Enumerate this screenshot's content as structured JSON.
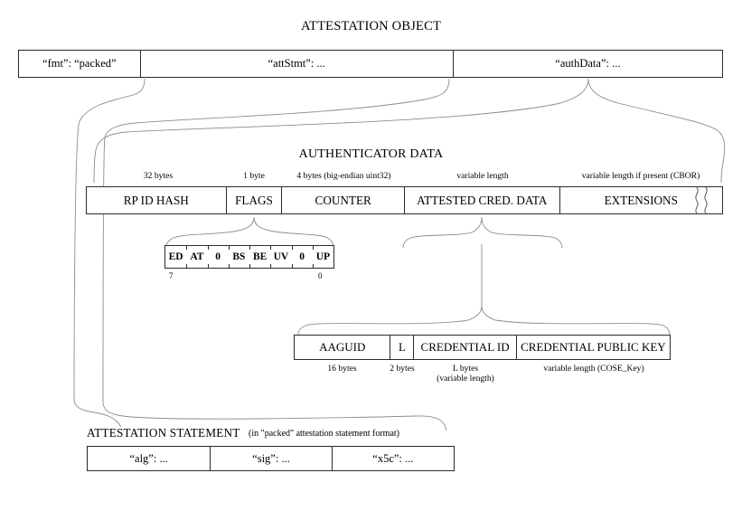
{
  "diagram": {
    "title": "ATTESTATION OBJECT",
    "authenticator_title": "AUTHENTICATOR DATA",
    "attestation_statement_title": "ATTESTATION STATEMENT",
    "attestation_statement_note": "(in \"packed\" attestation statement format)"
  },
  "attestation_object": {
    "fields": [
      {
        "label": "“fmt”: “packed”"
      },
      {
        "label": "“attStmt”: ..."
      },
      {
        "label": "“authData”: ..."
      }
    ]
  },
  "authenticator_data": {
    "fields": [
      {
        "label": "RP ID HASH",
        "size": "32 bytes"
      },
      {
        "label": "FLAGS",
        "size": "1 byte"
      },
      {
        "label": "COUNTER",
        "size": "4 bytes (big-endian uint32)"
      },
      {
        "label": "ATTESTED CRED. DATA",
        "size": "variable length"
      },
      {
        "label": "EXTENSIONS",
        "size": "variable length if present (CBOR)"
      }
    ]
  },
  "flags": {
    "bits": [
      {
        "label": "ED"
      },
      {
        "label": "AT"
      },
      {
        "label": "0"
      },
      {
        "label": "BS"
      },
      {
        "label": "BE"
      },
      {
        "label": "UV"
      },
      {
        "label": "0"
      },
      {
        "label": "UP"
      }
    ],
    "msb_index": "7",
    "lsb_index": "0"
  },
  "attested_credential_data": {
    "fields": [
      {
        "label": "AAGUID",
        "size": "16 bytes"
      },
      {
        "label": "L",
        "size": "2 bytes"
      },
      {
        "label": "CREDENTIAL ID",
        "size": "L bytes",
        "size2": "(variable length)"
      },
      {
        "label": "CREDENTIAL PUBLIC KEY",
        "size": "variable length (COSE_Key)"
      }
    ]
  },
  "attestation_statement": {
    "fields": [
      {
        "label": "“alg”: ..."
      },
      {
        "label": "“sig”: ..."
      },
      {
        "label": "“x5c”: ..."
      }
    ]
  },
  "icons": {
    "break_symbol": "zigzag-break-icon"
  },
  "colors": {
    "background": "#ffffff",
    "box_border": "#2b2b2b",
    "connector": "#8c8c8c",
    "text": "#000000"
  }
}
